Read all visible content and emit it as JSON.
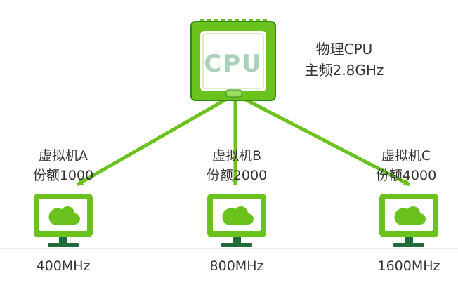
{
  "cpu": {
    "chip_label": "CPU",
    "caption_line1": "物理CPU",
    "caption_line2": "主频2.8GHz"
  },
  "vms": [
    {
      "name": "虚拟机A",
      "share": "份额1000",
      "freq": "400MHz",
      "icon": "cloud-monitor-icon"
    },
    {
      "name": "虚拟机B",
      "share": "份额2000",
      "freq": "800MHz",
      "icon": "cloud-monitor-icon"
    },
    {
      "name": "虚拟机C",
      "share": "份额4000",
      "freq": "1600MHz",
      "icon": "cloud-monitor-icon"
    }
  ],
  "colors": {
    "green": "#6cc21d",
    "green_dark": "#2f8a1c",
    "cpu_text": "#a9d1b9",
    "text": "#333333",
    "base": "#1f6b3a"
  }
}
